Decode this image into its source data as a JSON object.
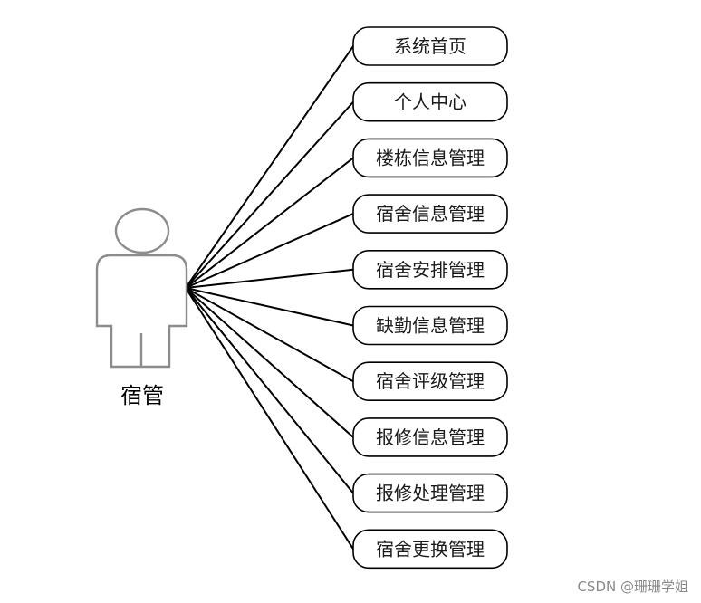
{
  "actor": {
    "name": "宿管"
  },
  "use_cases": [
    "系统首页",
    "个人中心",
    "楼栋信息管理",
    "宿舍信息管理",
    "宿舍安排管理",
    "缺勤信息管理",
    "宿舍评级管理",
    "报修信息管理",
    "报修处理管理",
    "宿舍更换管理"
  ],
  "watermark": "CSDN @珊珊学姐"
}
